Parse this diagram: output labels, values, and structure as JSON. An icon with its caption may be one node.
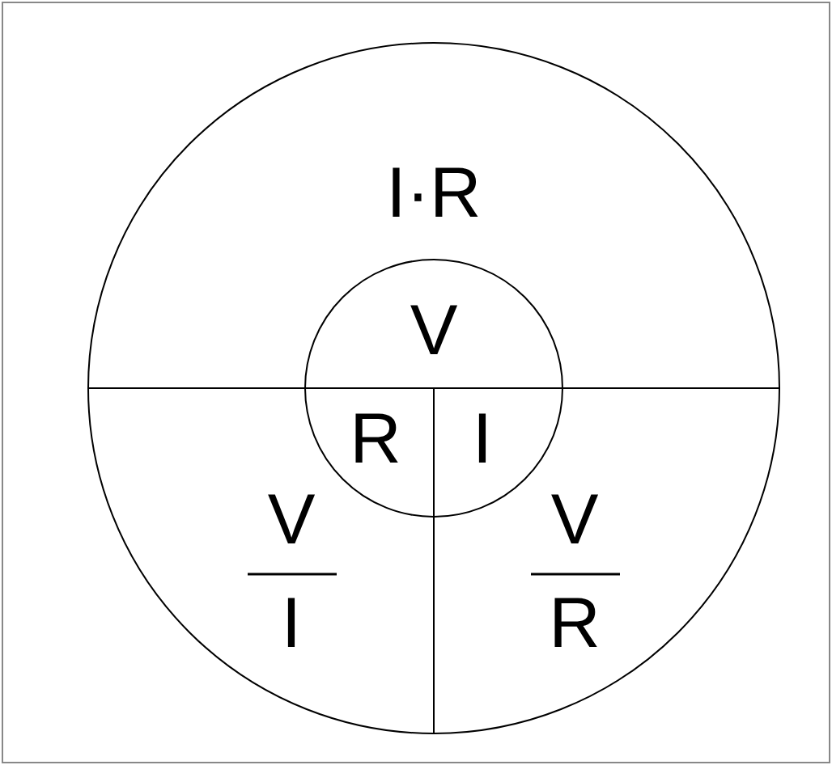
{
  "diagram": {
    "nodes": [
      {
        "text": [
          "I·R",
          "V",
          "I",
          "V",
          "R"
        ]
      },
      {
        "text": [
          "V",
          "R",
          "I"
        ],
        "in": 0
      }
    ]
  }
}
